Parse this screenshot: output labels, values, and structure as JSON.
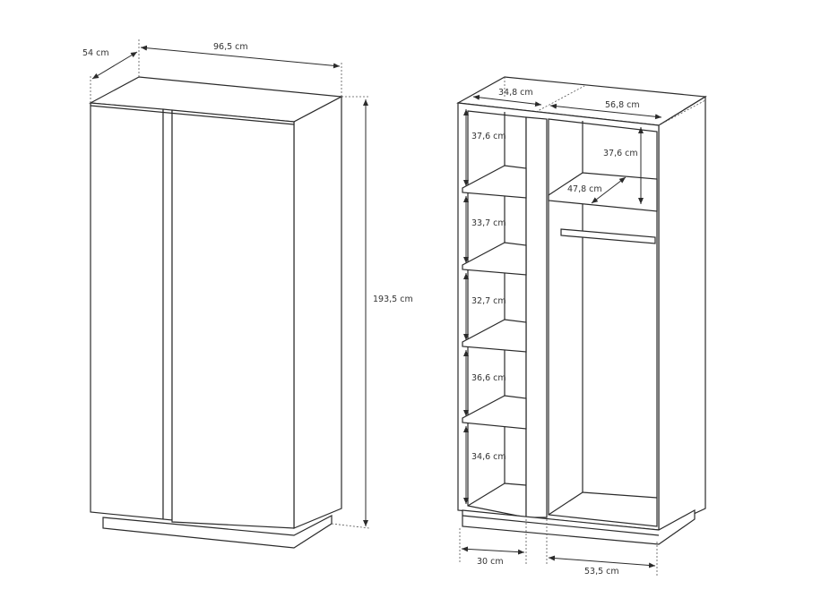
{
  "closed_view": {
    "depth": "54 cm",
    "width": "96,5 cm",
    "height": "193,5 cm"
  },
  "open_view": {
    "left_compartment_width": "34,8 cm",
    "right_compartment_width": "56,8 cm",
    "left_shelf_gaps": [
      "37,6 cm",
      "33,7 cm",
      "32,7 cm",
      "36,6 cm",
      "34,6 cm"
    ],
    "right_top_gap": "37,6 cm",
    "right_shelf_depth": "47,8 cm",
    "left_base_width": "30 cm",
    "right_base_width": "53,5 cm"
  }
}
